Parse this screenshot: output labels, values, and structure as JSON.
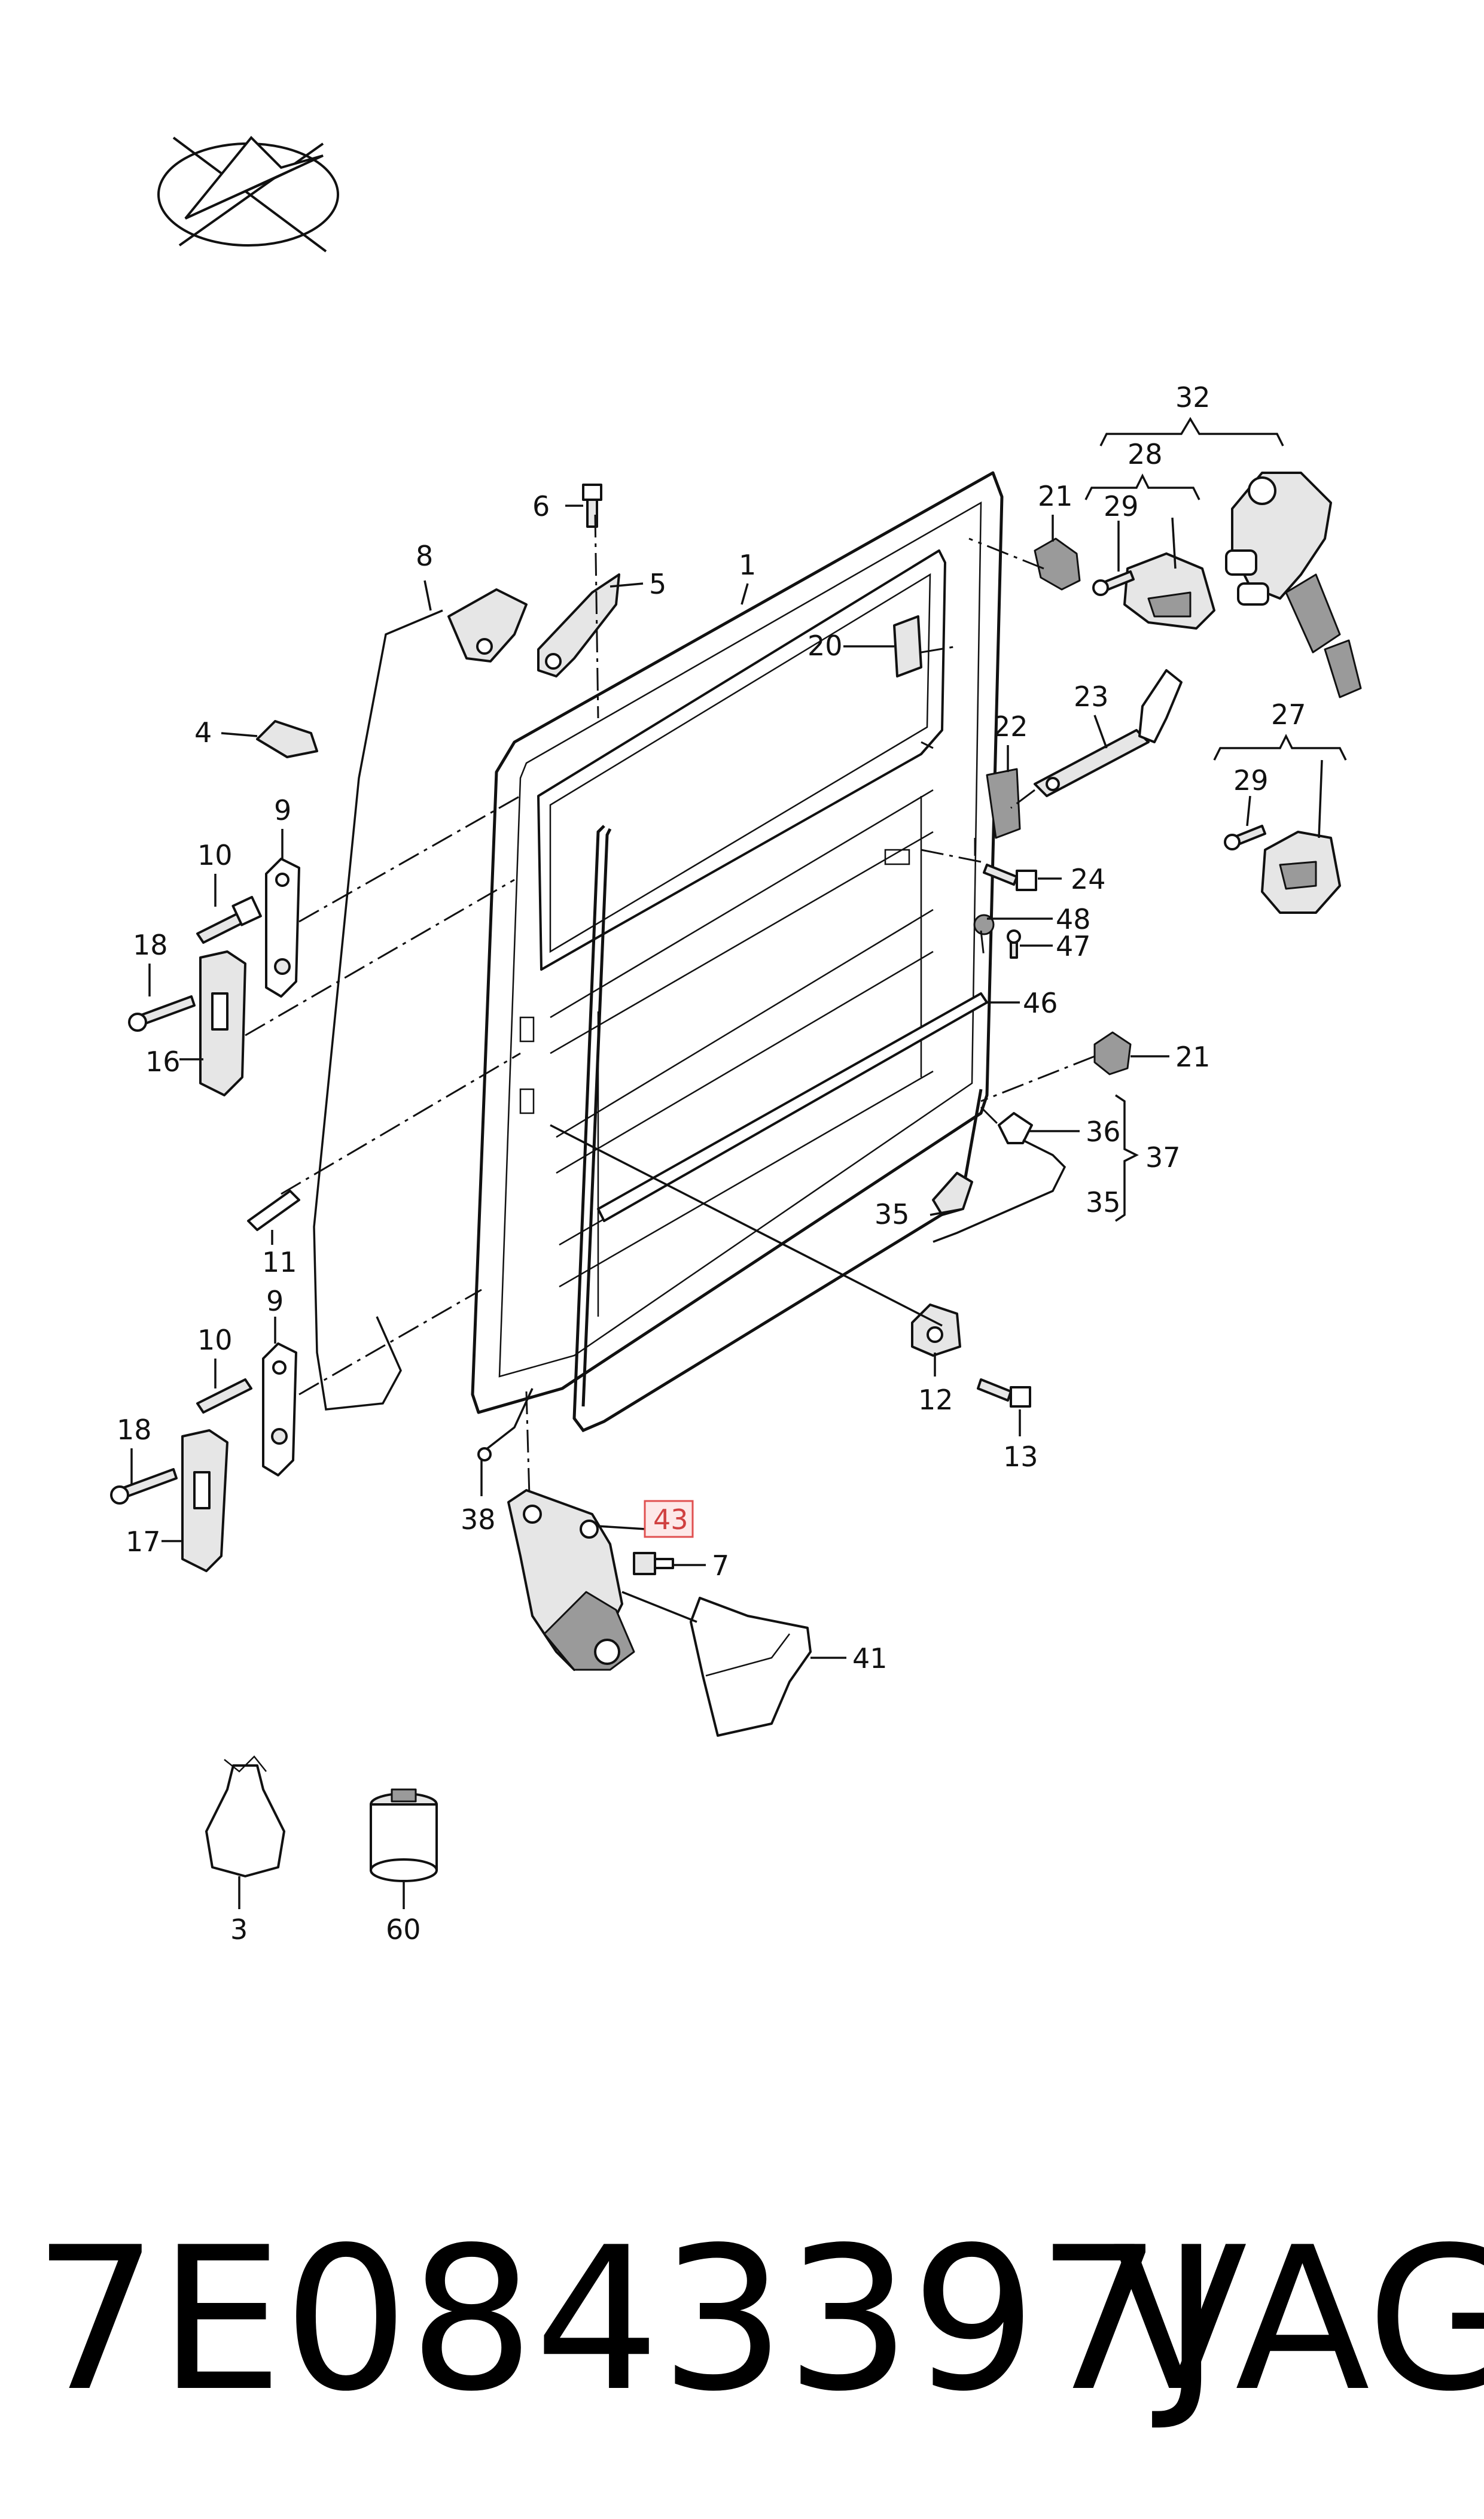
{
  "logo": {
    "name": "parts-catalog-emblem"
  },
  "part_number": "7E0843397J",
  "brand": "VAG",
  "highlighted_callout": "43",
  "highlight_color": "#e05050",
  "callouts": {
    "c1": "1",
    "c3": "3",
    "c4": "4",
    "c5": "5",
    "c6": "6",
    "c7": "7",
    "c8": "8",
    "c9a": "9",
    "c9b": "9",
    "c10a": "10",
    "c10b": "10",
    "c11": "11",
    "c12": "12",
    "c13": "13",
    "c16": "16",
    "c17": "17",
    "c18a": "18",
    "c18b": "18",
    "c20": "20",
    "c21a": "21",
    "c21b": "21",
    "c22": "22",
    "c23": "23",
    "c24": "24",
    "c27": "27",
    "c28": "28",
    "c29a": "29",
    "c29b": "29",
    "c32": "32",
    "c35a": "35",
    "c35b": "35",
    "c36": "36",
    "c37": "37",
    "c38": "38",
    "c41": "41",
    "c43": "43",
    "c46": "46",
    "c47": "47",
    "c48": "48",
    "c60": "60"
  }
}
